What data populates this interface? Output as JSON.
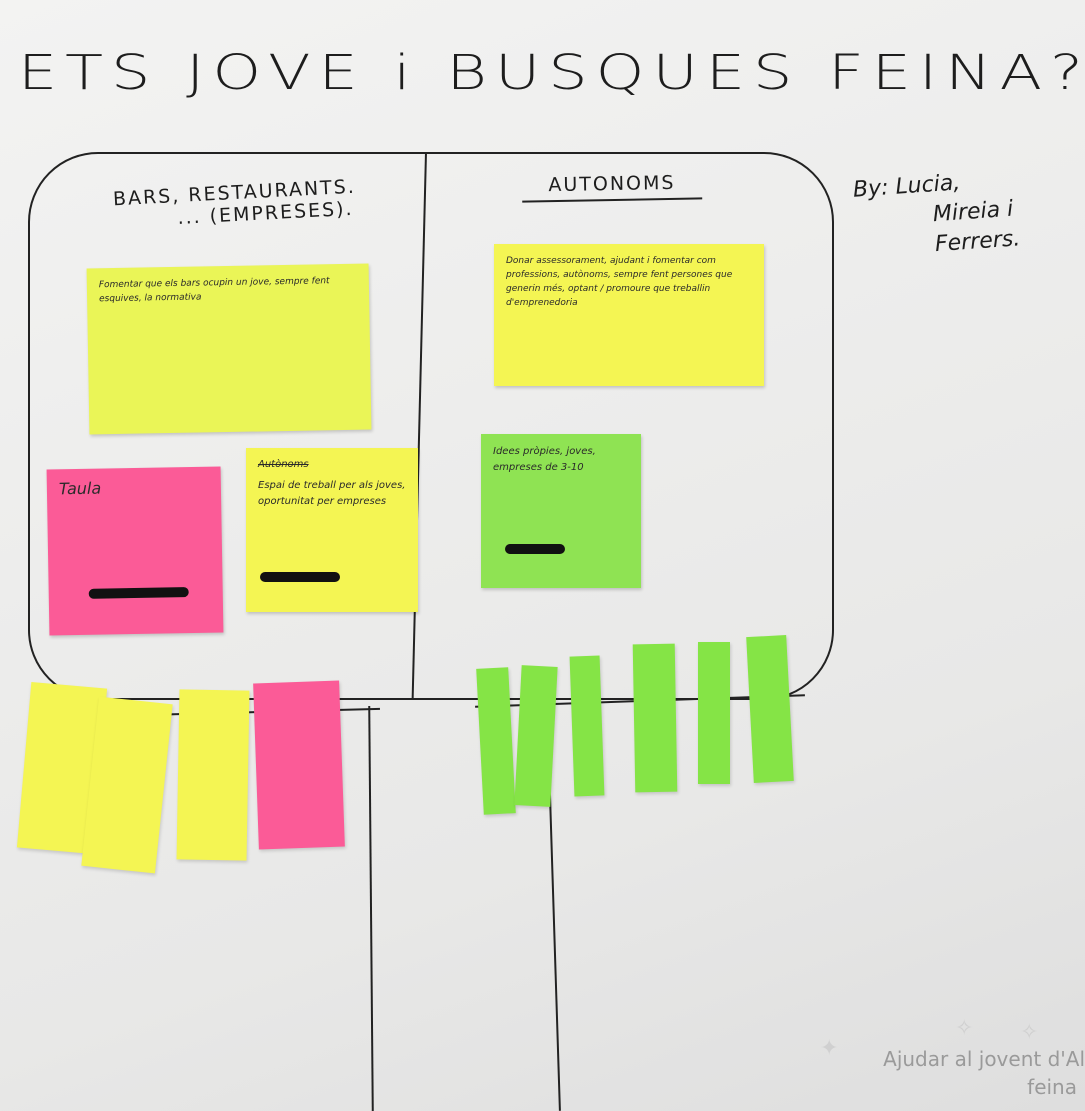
{
  "board": {
    "title": "ETS JOVE i BUSQUES FEINA?",
    "byline_1": "By: Lucia,",
    "byline_2": "Mireia i",
    "byline_3": "Ferrers.",
    "left_column": {
      "title_1": "BARS, RESTAURANTS.",
      "title_2": "... (EMPRESES)."
    },
    "right_column": {
      "title": "AUTONOMS"
    }
  },
  "notes": {
    "left_big": "Fomentar que els bars ocupin un jove, sempre fent esquives, la normativa",
    "right_big": "Donar assessorament, ajudant i fomentar com professions, autònoms, sempre fent persones que generin més, optant / promoure que treballin d'emprenedoria",
    "pink_small_title": "Taula",
    "yellow_small_title": "Autònoms",
    "yellow_small_body": "Espai de treball per als joves, oportunitat per empreses",
    "green_small_body": "Idees pròpies, joves, empreses de 3-10"
  },
  "watermark": {
    "line_1": "Ajudar al jovent d'Al",
    "line_2": "feina"
  }
}
